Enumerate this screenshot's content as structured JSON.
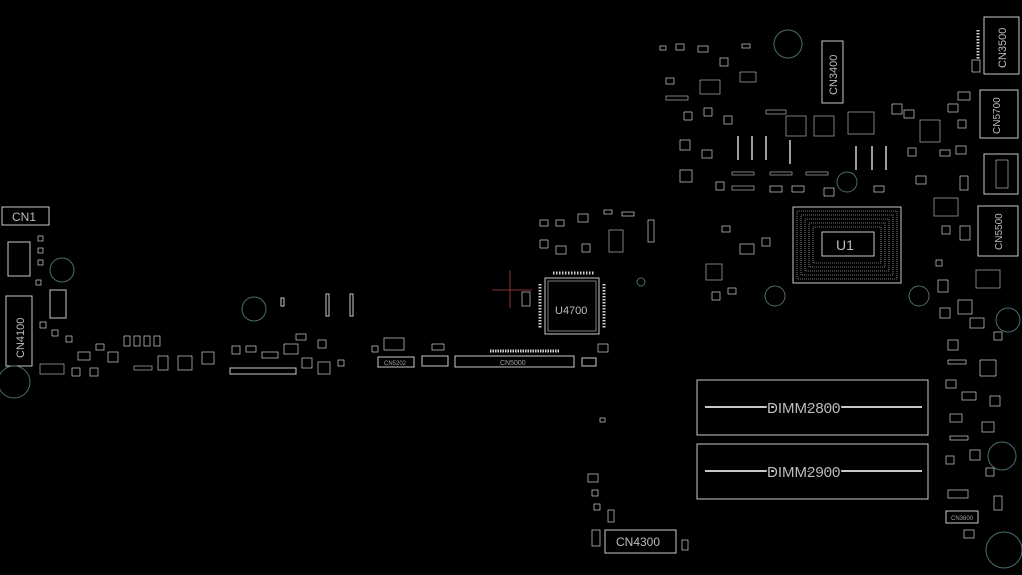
{
  "components": {
    "cn1": "CN1",
    "cn4100": "CN4100",
    "cn3400": "CN3400",
    "cn3500": "CN3500",
    "cn5700": "CN5700",
    "cn5500": "CN5500",
    "u1": "U1",
    "u4700": "U4700",
    "cn5000": "CN5000",
    "cn5202": "CN5202",
    "dimm2800": "DIMM2800",
    "dimm2900": "DIMM2900",
    "cn4300": "CN4300",
    "cn3600": "CN3600"
  },
  "colors": {
    "background": "#000000",
    "silkscreen": "#c8c8c8",
    "mounting_hole": "#4a6e6e",
    "crosshair": "#b04040"
  }
}
